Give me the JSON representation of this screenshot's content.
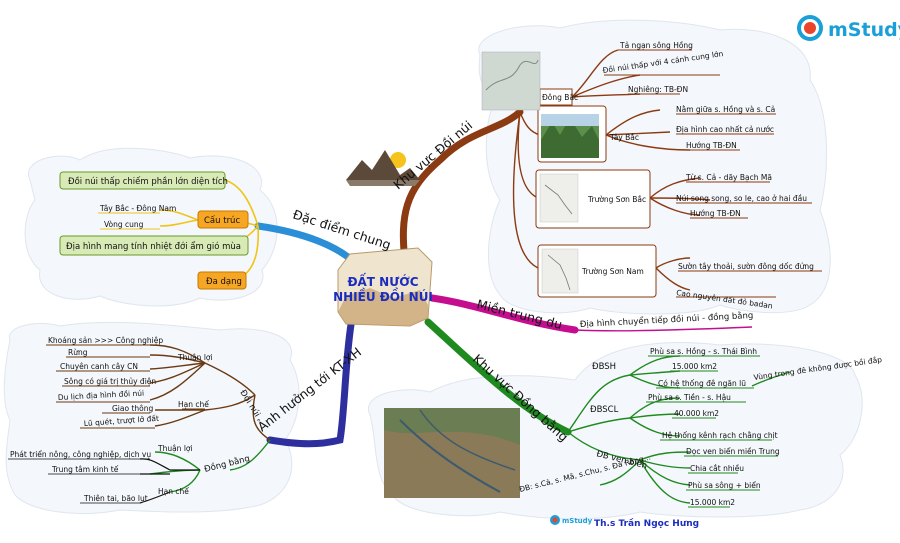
{
  "brand": {
    "logo_o": "o",
    "logo_text": "mStudy"
  },
  "center": {
    "line1": "ĐẤT NƯỚC",
    "line2": "NHIỀU ĐỒI NÚI"
  },
  "author": "Th.s Trần Ngọc Hưng",
  "branches": {
    "dac_diem": {
      "label": "Đặc điểm chung",
      "item1": "Đồi núi thấp chiếm phần lớn diện tích",
      "cau_truc": "Cấu trúc",
      "ct1": "Tây Bắc - Đông Nam",
      "ct2": "Vòng cung",
      "item3": "Địa hình mang tính nhiệt đới ẩm gió mùa",
      "da_dang": "Đa dạng"
    },
    "khu_vuc_doi_nui": {
      "label": "Khu vực Đồi núi",
      "dong_bac": "Đông Bắc",
      "db1": "Tả ngạn sông Hồng",
      "db2": "Đồi núi thấp với 4 cánh cung lớn",
      "db3": "Nghiêng: TB-ĐN",
      "tay_bac": "Tây Bắc",
      "tb1": "Nằm giữa s. Hồng và s. Cả",
      "tb2": "Địa hình cao nhất cả nước",
      "tb3": "Hướng TB-ĐN",
      "tsb": "Trường Sơn Bắc",
      "tsb1": "Từ s. Cả - dãy Bạch Mã",
      "tsb2": "Núi song song, so le, cao ở hai đầu",
      "tsb3": "Hướng TB-ĐN",
      "tsn": "Trường Sơn Nam",
      "tsn1": "Sườn tây thoải, sườn đông dốc đứng",
      "tsn2": "Cao nguyên đất đỏ badan"
    },
    "mien_trung_du": {
      "label": "Miền trung du",
      "item": "Địa hình chuyển tiếp đồi núi - đồng bằng"
    },
    "khu_vuc_dong_bang": {
      "label": "Khu vực Đồng bằng",
      "dbsh": "ĐBSH",
      "dbsh1": "Phù sa s. Hồng - s. Thái Bình",
      "dbsh2": "15.000 km2",
      "dbsh3": "Có hệ thống đê ngăn lũ",
      "dbsh3_note": "Vùng trong đê không được bồi đắp",
      "dbscl": "ĐBSCL",
      "dbscl1": "Phù sa s. Tiền - s. Hậu",
      "dbscl2": "40.000 km2",
      "dbscl3": "Hệ thống kênh rạch chằng chịt",
      "dbvb": "ĐB ven biển",
      "dbvb1": "Dọc ven biển miền Trung",
      "dbvb2": "Chia cắt nhiều",
      "dbvb3": "Phù sa sông + biển",
      "dbvb4": "15.000 km2",
      "dbvb_note": "ĐB: s.Cả, s. Mã, s.Chu, s. Đà Rằng..."
    },
    "anh_huong": {
      "label": "Ảnh hưởng tới KT-XH",
      "doi_nui": "Đồi núi",
      "thuan_loi": "Thuận lợi",
      "tl1": "Khoáng sản >>> Công nghiệp",
      "tl2": "Rừng",
      "tl3": "Chuyên canh cây CN",
      "tl4": "Sông có giá trị thủy điện",
      "tl5": "Du lịch địa hình đồi núi",
      "han_che": "Hạn chế",
      "hc1": "Giao thông",
      "hc2": "Lũ quét, trượt lở đất",
      "dong_bang": "Đồng bằng",
      "db_thuan_loi": "Thuận lợi",
      "dbtl1": "Phát triển nông, công nghiệp, dịch vụ",
      "dbtl2": "Trung tâm kinh tế",
      "db_han_che": "Hạn chế",
      "dbhc1": "Thiên tai, bão lụt"
    }
  },
  "colors": {
    "khu_vuc_doi_nui": "#8b3a12",
    "dac_diem": "#2a8fd6",
    "mien_trung_du": "#c40e8f",
    "khu_vuc_dong_bang": "#1f8a1f",
    "anh_huong": "#2e2f9e",
    "brand": "#1a9fd8"
  }
}
